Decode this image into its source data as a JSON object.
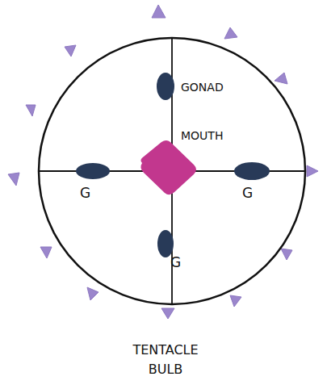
{
  "diagram": {
    "labels": [
      "GONAD",
      "MOUTH",
      "G",
      "G",
      "G",
      "TENTACLE BULB"
    ]
  }
}
